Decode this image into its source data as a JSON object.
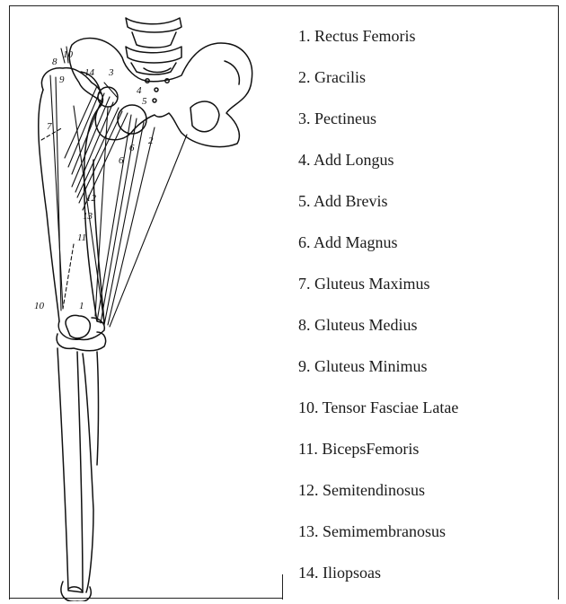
{
  "legend": [
    {
      "number": "1",
      "muscle": "Rectus Femoris",
      "text": "1. Rectus Femoris"
    },
    {
      "number": "2",
      "muscle": "Gracilis",
      "text": "2. Gracilis"
    },
    {
      "number": "3",
      "muscle": "Pectineus",
      "text": "3. Pectineus"
    },
    {
      "number": "4",
      "muscle": "Add Longus",
      "text": "4. Add Longus"
    },
    {
      "number": "5",
      "muscle": "Add Brevis",
      "text": "5. Add Brevis"
    },
    {
      "number": "6",
      "muscle": "Add Magnus",
      "text": "6. Add Magnus"
    },
    {
      "number": "7",
      "muscle": "Gluteus Maximus",
      "text": "7. Gluteus Maximus"
    },
    {
      "number": "8",
      "muscle": "Gluteus Medius",
      "text": "8. Gluteus Medius"
    },
    {
      "number": "9",
      "muscle": "Gluteus Minimus",
      "text": "9. Gluteus Minimus"
    },
    {
      "number": "10",
      "muscle": "Tensor Fasciae Latae",
      "text": "10. Tensor Fasciae Latae"
    },
    {
      "number": "11",
      "muscle": "BicepsFemoris",
      "text": "11. BicepsFemoris"
    },
    {
      "number": "12",
      "muscle": "Semitendinosus",
      "text": "12. Semitendinosus"
    },
    {
      "number": "13",
      "muscle": "Semimembranosus",
      "text": "13. Semimembranosus"
    },
    {
      "number": "14",
      "muscle": "Iliopsoas",
      "text": "14. Iliopsoas"
    }
  ],
  "diagram_labels": {
    "l1": "1",
    "l2": "2",
    "l3": "3",
    "l4": "4",
    "l5": "5",
    "l6a": "6",
    "l6b": "6",
    "l7": "7",
    "l8": "8",
    "l9": "9",
    "l10a": "10",
    "l10b": "10",
    "l11": "11",
    "l12": "12",
    "l13": "13",
    "l14": "14"
  }
}
